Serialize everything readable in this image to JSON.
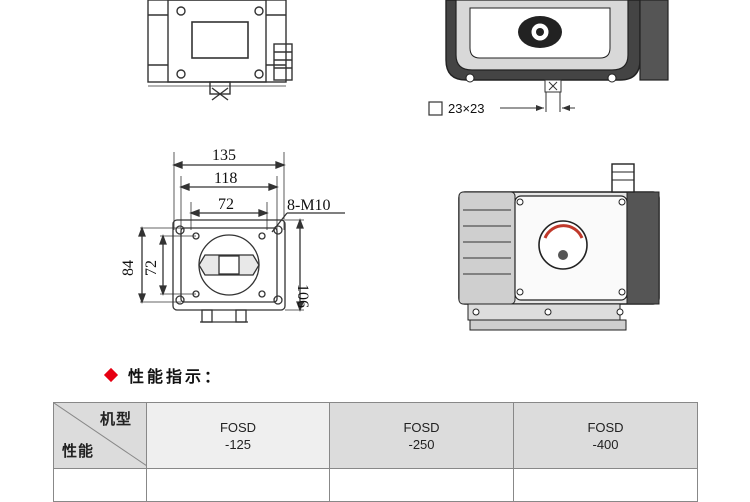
{
  "drawing": {
    "top_right_square_label": "23×23",
    "dim_135": "135",
    "dim_118": "118",
    "dim_72_h": "72",
    "dim_bolt": "8-M10",
    "dim_84": "84",
    "dim_72_v": "72",
    "dim_106": "106"
  },
  "section": {
    "title": "性能指示："
  },
  "table": {
    "corner_top": "机型",
    "corner_bottom": "性能",
    "models": [
      {
        "line1": "FOSD",
        "line2": "-125"
      },
      {
        "line1": "FOSD",
        "line2": "-250"
      },
      {
        "line1": "FOSD",
        "line2": "-400"
      }
    ]
  },
  "colors": {
    "accent_diamond": "#e60012",
    "table_header_bg": "#dcdcdc"
  }
}
